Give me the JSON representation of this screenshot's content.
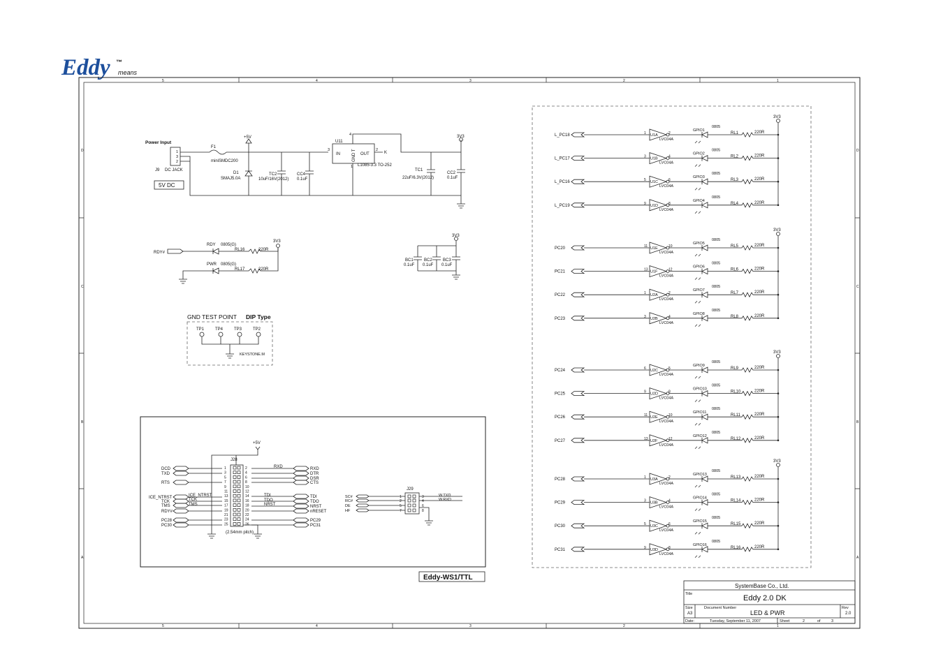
{
  "logo": {
    "name": "Eddy",
    "tm": "™",
    "tagline": "means"
  },
  "frame": {
    "col_labels": [
      "5",
      "4",
      "3",
      "2",
      "1"
    ],
    "row_labels": [
      "D",
      "C",
      "B",
      "A"
    ]
  },
  "power": {
    "label": "Power Input",
    "jack_ref": "J9",
    "jack_type": "DC JACK",
    "pins": [
      "1",
      "3",
      "2"
    ],
    "fuse_ref": "F1",
    "fuse_part": "miniSMDC200",
    "supply": "+5V",
    "diode_ref": "D1",
    "diode_part": "SMAJ5.0A",
    "tc2_ref": "TC2",
    "tc2_val": "10uF/16V(2012)",
    "cc4_ref": "CC4",
    "cc4_val": "0.1uF",
    "reg_ref": "U11",
    "reg_part": "L1085-3.3 TO-252",
    "reg_in": "IN",
    "reg_out": "OUT",
    "reg_gnd": "GND T",
    "reg_in_pin": "3",
    "reg_out_pin": "2",
    "reg_tab_pin": "4",
    "reg_gnd_pin": "1",
    "reg_k": "K",
    "out_rail": "3V3",
    "tc1_ref": "TC1",
    "tc1_val": "22uF/6.3V(2012)",
    "cc2_ref": "CC2",
    "cc2_val": "0.1uF",
    "box_label": "5V DC"
  },
  "status_leds": {
    "net": "RDY#",
    "rail": "3V3",
    "rdy_label": "RDY",
    "rdy_part": "0805(G)",
    "rdy_res": "RL16",
    "rdy_val": "220R",
    "pwr_label": "PWR",
    "pwr_part": "0805(G)",
    "pwr_res": "RL17",
    "pwr_val": "220R"
  },
  "bypass": {
    "rail": "3V3",
    "caps": [
      {
        "ref": "BC1",
        "val": "0.1uF"
      },
      {
        "ref": "BC2",
        "val": "0.1uF"
      },
      {
        "ref": "BC3",
        "val": "0.1uF"
      }
    ]
  },
  "testpoints": {
    "title": "GND TEST POINT",
    "type": "DIP Type",
    "points": [
      "TP1",
      "TP4",
      "TP3",
      "TP2"
    ],
    "part": "KEYSTONE.M"
  },
  "connector": {
    "supply": "+5V",
    "ref": "J28",
    "left_pins": [
      "1",
      "3",
      "5",
      "7",
      "9",
      "11",
      "13",
      "15",
      "17",
      "19",
      "21",
      "23",
      "25"
    ],
    "right_pins": [
      "2",
      "4",
      "6",
      "8",
      "10",
      "12",
      "14",
      "16",
      "18",
      "20",
      "22",
      "24",
      "26"
    ],
    "left_nets": [
      "DCD",
      "TXD",
      "RTS",
      "ICE_NTRST",
      "TCK",
      "TMS",
      "RDY#",
      "PC28",
      "PC30"
    ],
    "right_nets": [
      "RXD",
      "DTR",
      "DSR",
      "CTS",
      "TDI",
      "TDO",
      "NRST",
      "nRESET",
      "PC29",
      "PC31"
    ],
    "inner_left": [
      "ICE_NTRST",
      "TCK",
      "TMS"
    ],
    "inner_right": [
      "RXD",
      "TDI",
      "TDO",
      "NRST"
    ],
    "pitch": "(2.54mm pitch)",
    "j29_ref": "J29",
    "j29_left_nets": [
      "SC#",
      "RC#",
      "DE",
      "HF"
    ],
    "j29_left_pins": [
      "1",
      "2",
      "5",
      "7"
    ],
    "j29_right_pins": [
      "3",
      "4",
      "6",
      "8"
    ],
    "j29_right_nets": [
      "W.TXD",
      "W.RXD"
    ],
    "box_label": "Eddy-WS1/TTL"
  },
  "led_array": {
    "rail": "3V3",
    "inverter_type": "LVC04A",
    "res_val": "220R",
    "led_part": "0805",
    "groups": [
      [
        {
          "net": "L_PC18",
          "u": "U1A",
          "pin_in": "1",
          "pin_out": "2",
          "gpio": "GPIO1",
          "rl": "RL1"
        },
        {
          "net": "L_PC17",
          "u": "U1B",
          "pin_in": "3",
          "pin_out": "4",
          "gpio": "GPIO2",
          "rl": "RL2"
        },
        {
          "net": "L_PC16",
          "u": "U1C",
          "pin_in": "5",
          "pin_out": "6",
          "gpio": "GPIO3",
          "rl": "RL3"
        },
        {
          "net": "L_PC19",
          "u": "U1D",
          "pin_in": "9",
          "pin_out": "8",
          "gpio": "GPIO4",
          "rl": "RL4"
        }
      ],
      [
        {
          "net": "PC20",
          "u": "U1E",
          "pin_in": "11",
          "pin_out": "10",
          "gpio": "GPIO5",
          "rl": "RL5"
        },
        {
          "net": "PC21",
          "u": "U1F",
          "pin_in": "13",
          "pin_out": "12",
          "gpio": "GPIO6",
          "rl": "RL6"
        },
        {
          "net": "PC22",
          "u": "U2A",
          "pin_in": "1",
          "pin_out": "2",
          "gpio": "GPIO7",
          "rl": "RL7"
        },
        {
          "net": "PC23",
          "u": "U2B",
          "pin_in": "3",
          "pin_out": "4",
          "gpio": "GPIO8",
          "rl": "RL8"
        }
      ],
      [
        {
          "net": "PC24",
          "u": "U2C",
          "pin_in": "6",
          "pin_out": "5",
          "gpio": "GPIO9",
          "rl": "RL9"
        },
        {
          "net": "PC25",
          "u": "U2D",
          "pin_in": "9",
          "pin_out": "8",
          "gpio": "GPIO10",
          "rl": "RL10"
        },
        {
          "net": "PC26",
          "u": "U2E",
          "pin_in": "11",
          "pin_out": "10",
          "gpio": "GPIO11",
          "rl": "RL11"
        },
        {
          "net": "PC27",
          "u": "U2F",
          "pin_in": "13",
          "pin_out": "12",
          "gpio": "GPIO12",
          "rl": "RL12"
        }
      ],
      [
        {
          "net": "PC28",
          "u": "U3A",
          "pin_in": "1",
          "pin_out": "2",
          "gpio": "GPIO13",
          "rl": "RL13"
        },
        {
          "net": "PC29",
          "u": "U3B",
          "pin_in": "3",
          "pin_out": "4",
          "gpio": "GPIO14",
          "rl": "RL14"
        },
        {
          "net": "PC30",
          "u": "U3C",
          "pin_in": "5",
          "pin_out": "6",
          "gpio": "GPIO15",
          "rl": "RL15"
        },
        {
          "net": "PC31",
          "u": "U3D",
          "pin_in": "9",
          "pin_out": "8",
          "gpio": "GPIO16",
          "rl": "RL16"
        }
      ]
    ]
  },
  "title_block": {
    "company": "SystemBase Co., Ltd.",
    "title_label": "Title",
    "title": "Eddy 2.0 DK",
    "size_label": "Size",
    "size": "A3",
    "docnum_label": "Document Number",
    "docnum": "LED & PWR",
    "rev_label": "Rev",
    "rev": "2.0",
    "date_label": "Date:",
    "date": "Tuesday, September 11, 2007",
    "sheet_label": "Sheet",
    "sheet": "2",
    "of_label": "of",
    "of": "3"
  }
}
